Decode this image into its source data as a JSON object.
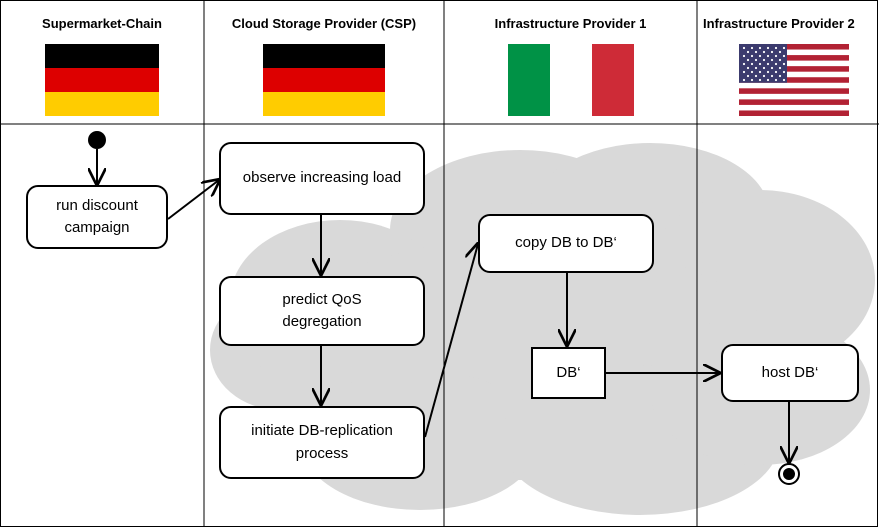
{
  "lanes": [
    {
      "title": "Supermarket-Chain",
      "flag": "germany"
    },
    {
      "title": "Cloud Storage Provider (CSP)",
      "flag": "germany"
    },
    {
      "title": "Infrastructure Provider 1",
      "flag": "italy"
    },
    {
      "title": "Infrastructure Provider 2",
      "flag": "usa"
    }
  ],
  "nodes": {
    "run_discount": "run discount campaign",
    "observe_load": "observe increasing load",
    "predict_qos": "predict QoS degregation",
    "initiate_replication": "initiate DB-replication process",
    "copy_db": "copy DB to DB‘",
    "db_prime": "DB‘",
    "host_db": "host DB‘"
  },
  "colors": {
    "germany": [
      "#000000",
      "#dd0000",
      "#ffcc00"
    ],
    "italy": [
      "#009246",
      "#ffffff",
      "#ce2b37"
    ],
    "usa_red": "#b22234",
    "usa_blue": "#3c3b6e",
    "cloud": "#d9d9d9"
  },
  "icons": {
    "cloud": "cloud-icon",
    "start": "initial-node-icon",
    "end": "final-node-icon"
  }
}
